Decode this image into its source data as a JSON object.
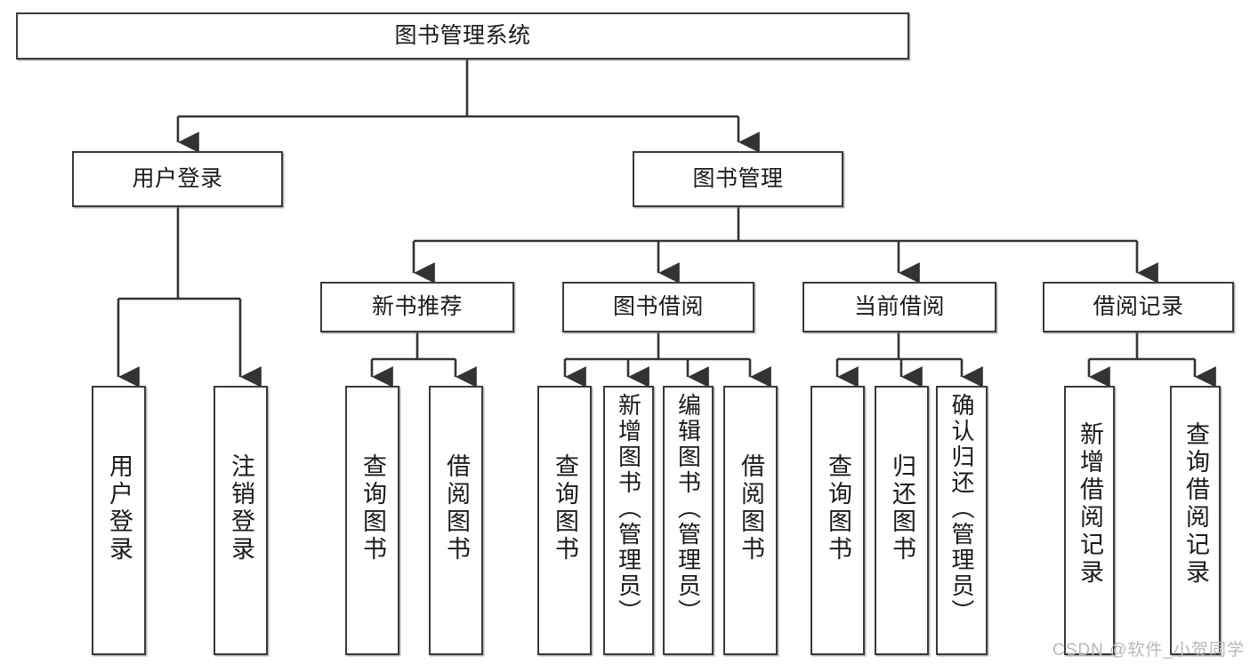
{
  "diagram": {
    "title": "图书管理系统",
    "type": "tree",
    "root": {
      "label": "图书管理系统"
    },
    "level2": [
      {
        "label": "用户登录"
      },
      {
        "label": "图书管理"
      }
    ],
    "level3": [
      {
        "label": "新书推荐"
      },
      {
        "label": "图书借阅"
      },
      {
        "label": "当前借阅"
      },
      {
        "label": "借阅记录"
      }
    ],
    "leaves": {
      "user_login": [
        {
          "label": "用户登录"
        },
        {
          "label": "注销登录"
        }
      ],
      "new_book_recommend": [
        {
          "label": "查询图书"
        },
        {
          "label": "借阅图书"
        }
      ],
      "book_borrow": [
        {
          "label": "查询图书"
        },
        {
          "label": "新增图书（管理员）"
        },
        {
          "label": "编辑图书（管理员）"
        },
        {
          "label": "借阅图书"
        }
      ],
      "current_borrow": [
        {
          "label": "查询图书"
        },
        {
          "label": "归还图书"
        },
        {
          "label": "确认归还（管理员）"
        }
      ],
      "borrow_record": [
        {
          "label": "新增借阅记录"
        },
        {
          "label": "查询借阅记录"
        }
      ]
    }
  },
  "watermark": {
    "text": "CSDN @软件_小贺同学"
  },
  "colors": {
    "box_border": "#3a3a3a",
    "box_fill": "#ffffff",
    "edge": "#333333",
    "text": "#1a1a1a",
    "watermark": "#b9b9b9"
  }
}
